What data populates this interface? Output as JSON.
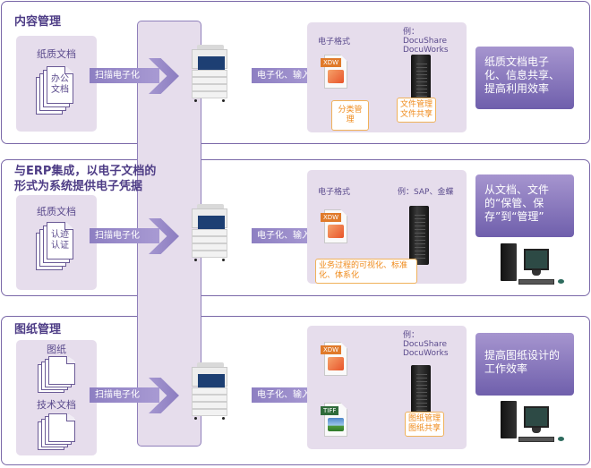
{
  "sections": [
    {
      "title": "内容管理",
      "source_label": "纸质文档",
      "stacks": [
        {
          "text_line1": "办公",
          "text_line2": "文档"
        }
      ],
      "scan_label": "扫描电子化",
      "input_label": "电子化、输入",
      "format_label": "电子格式",
      "server_label_line1": "例：",
      "server_label_line2": "DocuShare",
      "server_label_line3": "DocuWorks",
      "files": [
        {
          "type": "XDW"
        }
      ],
      "tags": [
        "分类管理",
        "文件管理\n文件共享"
      ],
      "result": "纸质文档电子化、信息共享、提高利用效率"
    },
    {
      "title_line1": "与ERP集成，以电子文档的",
      "title_line2": "形式为系统提供电子凭据",
      "source_label": "纸质文档",
      "stacks": [
        {
          "text_line1": "认迹",
          "text_line2": "认证"
        }
      ],
      "scan_label": "扫描电子化",
      "input_label": "电子化、输入",
      "format_label": "电子格式",
      "server_label": "例：SAP、金蝶",
      "files": [
        {
          "type": "XDW"
        }
      ],
      "tags": [
        "业务过程的可视化、标准化、体系化"
      ],
      "result": "从文档、文件的“保管、保存”到“管理”"
    },
    {
      "title": "图纸管理",
      "source_label_1": "图纸",
      "source_label_2": "技术文档",
      "scan_label": "扫描电子化",
      "input_label": "电子化、输入",
      "server_label_line1": "例：",
      "server_label_line2": "DocuShare",
      "server_label_line3": "DocuWorks",
      "files": [
        {
          "type": "XDW"
        },
        {
          "type": "TIFF"
        }
      ],
      "tags": [
        "图纸管理\n图纸共享"
      ],
      "result": "提高图纸设计的工作效率"
    }
  ],
  "colors": {
    "border": "#7a68a8",
    "panel": "#e6ddec",
    "arrow": "#8d7fc2",
    "title": "#4e3d86",
    "tag_orange": "#ef8a1a",
    "xdw_tag": "#e07a2a",
    "tiff_tag": "#2f6b3a"
  }
}
